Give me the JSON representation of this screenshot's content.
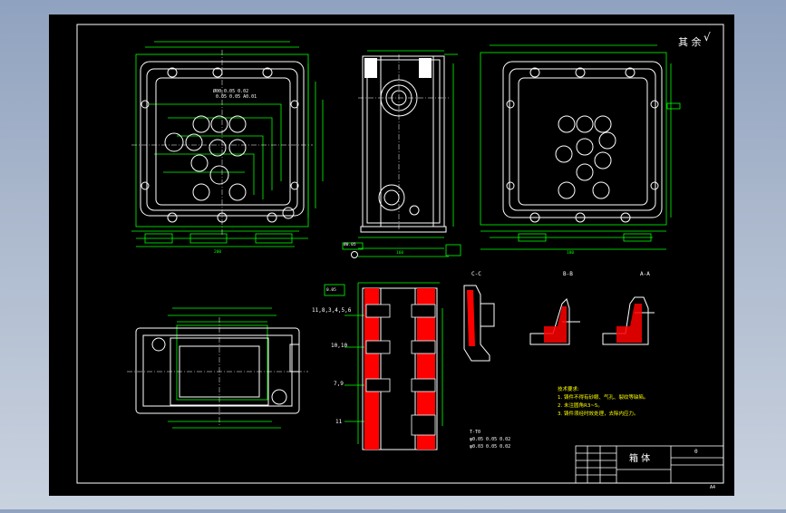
{
  "drawing": {
    "title_mark": "其 余",
    "part_name": "箱 体",
    "corner_mark": "A4",
    "scale_mark": "0",
    "section_labels": {
      "cc": "C-C",
      "bb": "B-B",
      "aa": "A-A"
    },
    "hole_notes": [
      "11,8,3,4,5,6",
      "10,10",
      "7,9",
      "11"
    ],
    "tech_requirements": [
      "技术要求:",
      "1. 铸件不得有砂眼、气孔、裂纹等缺陷。",
      "2. 未注圆角R3~5。",
      "3. 铸件须经时效处理，去除内应力。"
    ],
    "dims": [
      "Ø0.05",
      "0.05",
      "200",
      "160",
      "180"
    ]
  },
  "colors": {
    "canvas": "#000000",
    "frame": "#ffffff",
    "geometry": "#ffffff",
    "dimension": "#00ff00",
    "note": "#ffff00",
    "hatch": "#ff0000",
    "center": "#ffffff"
  }
}
